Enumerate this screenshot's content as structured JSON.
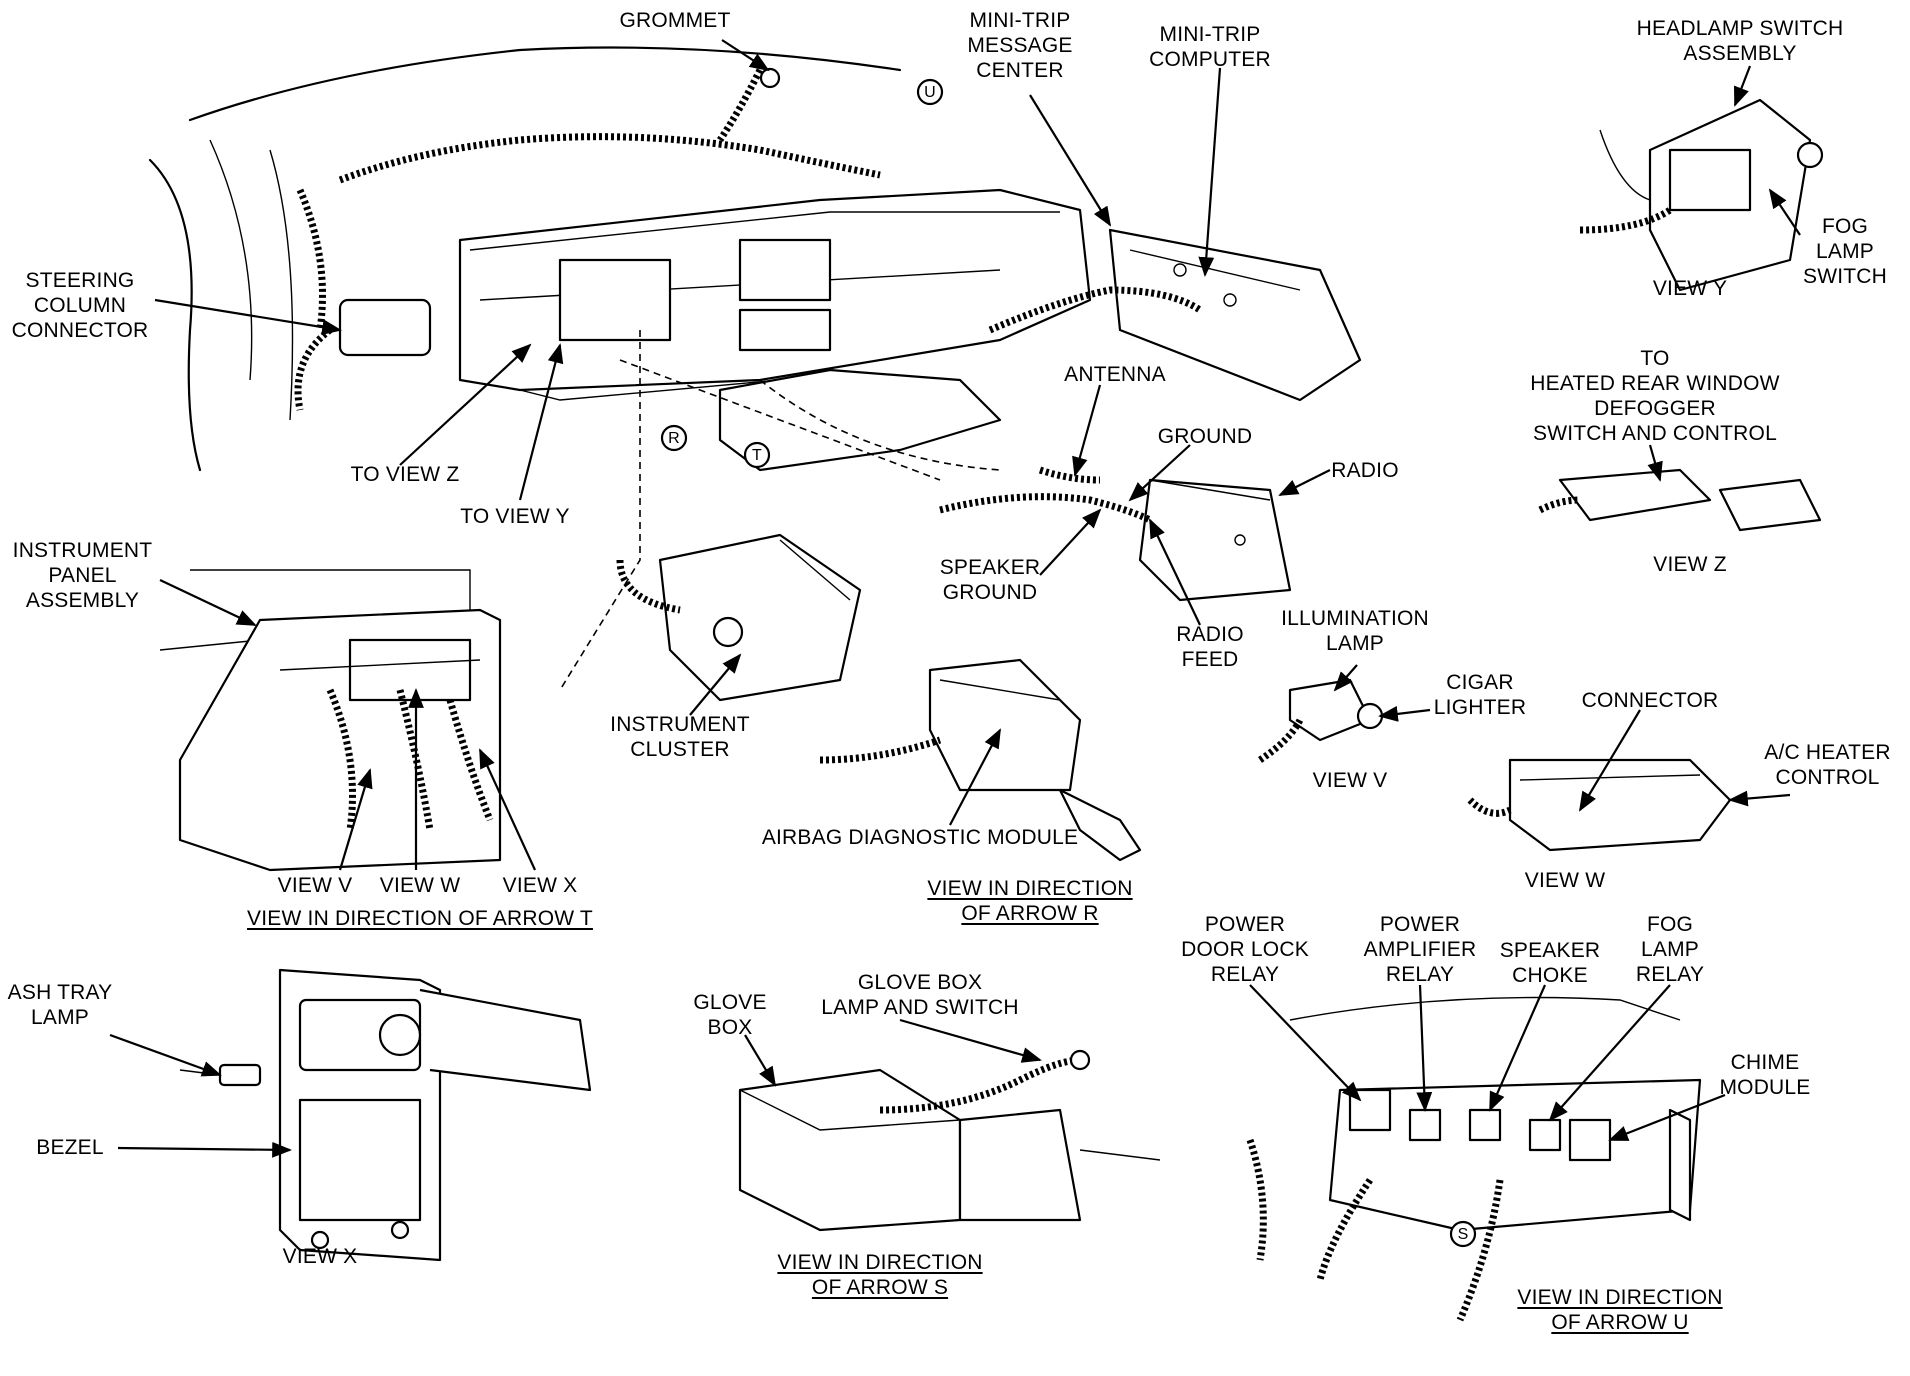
{
  "labels": {
    "grommet": "GROMMET",
    "mini_trip_message_center": "MINI-TRIP\nMESSAGE\nCENTER",
    "mini_trip_computer": "MINI-TRIP\nCOMPUTER",
    "headlamp_switch_assembly": "HEADLAMP SWITCH\nASSEMBLY",
    "fog_lamp_switch": "FOG\nLAMP\nSWITCH",
    "view_y": "VIEW Y",
    "steering_column_connector": "STEERING\nCOLUMN\nCONNECTOR",
    "to_view_z": "TO VIEW Z",
    "to_view_y": "TO VIEW Y",
    "antenna": "ANTENNA",
    "ground": "GROUND",
    "radio": "RADIO",
    "speaker_ground": "SPEAKER\nGROUND",
    "radio_feed": "RADIO\nFEED",
    "heated_rear_window": "TO\nHEATED REAR WINDOW\nDEFOGGER\nSWITCH AND CONTROL",
    "view_z": "VIEW Z",
    "instrument_panel_assembly": "INSTRUMENT\nPANEL\nASSEMBLY",
    "instrument_cluster": "INSTRUMENT\nCLUSTER",
    "illumination_lamp": "ILLUMINATION\nLAMP",
    "cigar_lighter": "CIGAR\nLIGHTER",
    "view_v_small": "VIEW V",
    "connector": "CONNECTOR",
    "ac_heater_control": "A/C HEATER\nCONTROL",
    "view_w_small": "VIEW W",
    "airbag_diagnostic_module": "AIRBAG DIAGNOSTIC MODULE",
    "view_dir_r": "VIEW IN DIRECTION\nOF ARROW R",
    "view_v": "VIEW V",
    "view_w": "VIEW W",
    "view_x": "VIEW X",
    "view_dir_t": "VIEW IN DIRECTION OF ARROW  T",
    "ash_tray_lamp": "ASH TRAY\nLAMP",
    "bezel": "BEZEL",
    "view_x_bottom": "VIEW X",
    "glove_box": "GLOVE\nBOX",
    "glove_box_lamp_switch": "GLOVE BOX\nLAMP AND SWITCH",
    "view_dir_s": "VIEW IN DIRECTION\nOF ARROW S",
    "power_door_lock_relay": "POWER\nDOOR LOCK\nRELAY",
    "power_amplifier_relay": "POWER\nAMPLIFIER\nRELAY",
    "speaker_choke": "SPEAKER\nCHOKE",
    "fog_lamp_relay": "FOG\nLAMP\nRELAY",
    "chime_module": "CHIME\nMODULE",
    "view_dir_u": "VIEW IN DIRECTION\nOF ARROW U"
  },
  "markers": {
    "u": "U",
    "r": "R",
    "t": "T",
    "s": "S"
  }
}
